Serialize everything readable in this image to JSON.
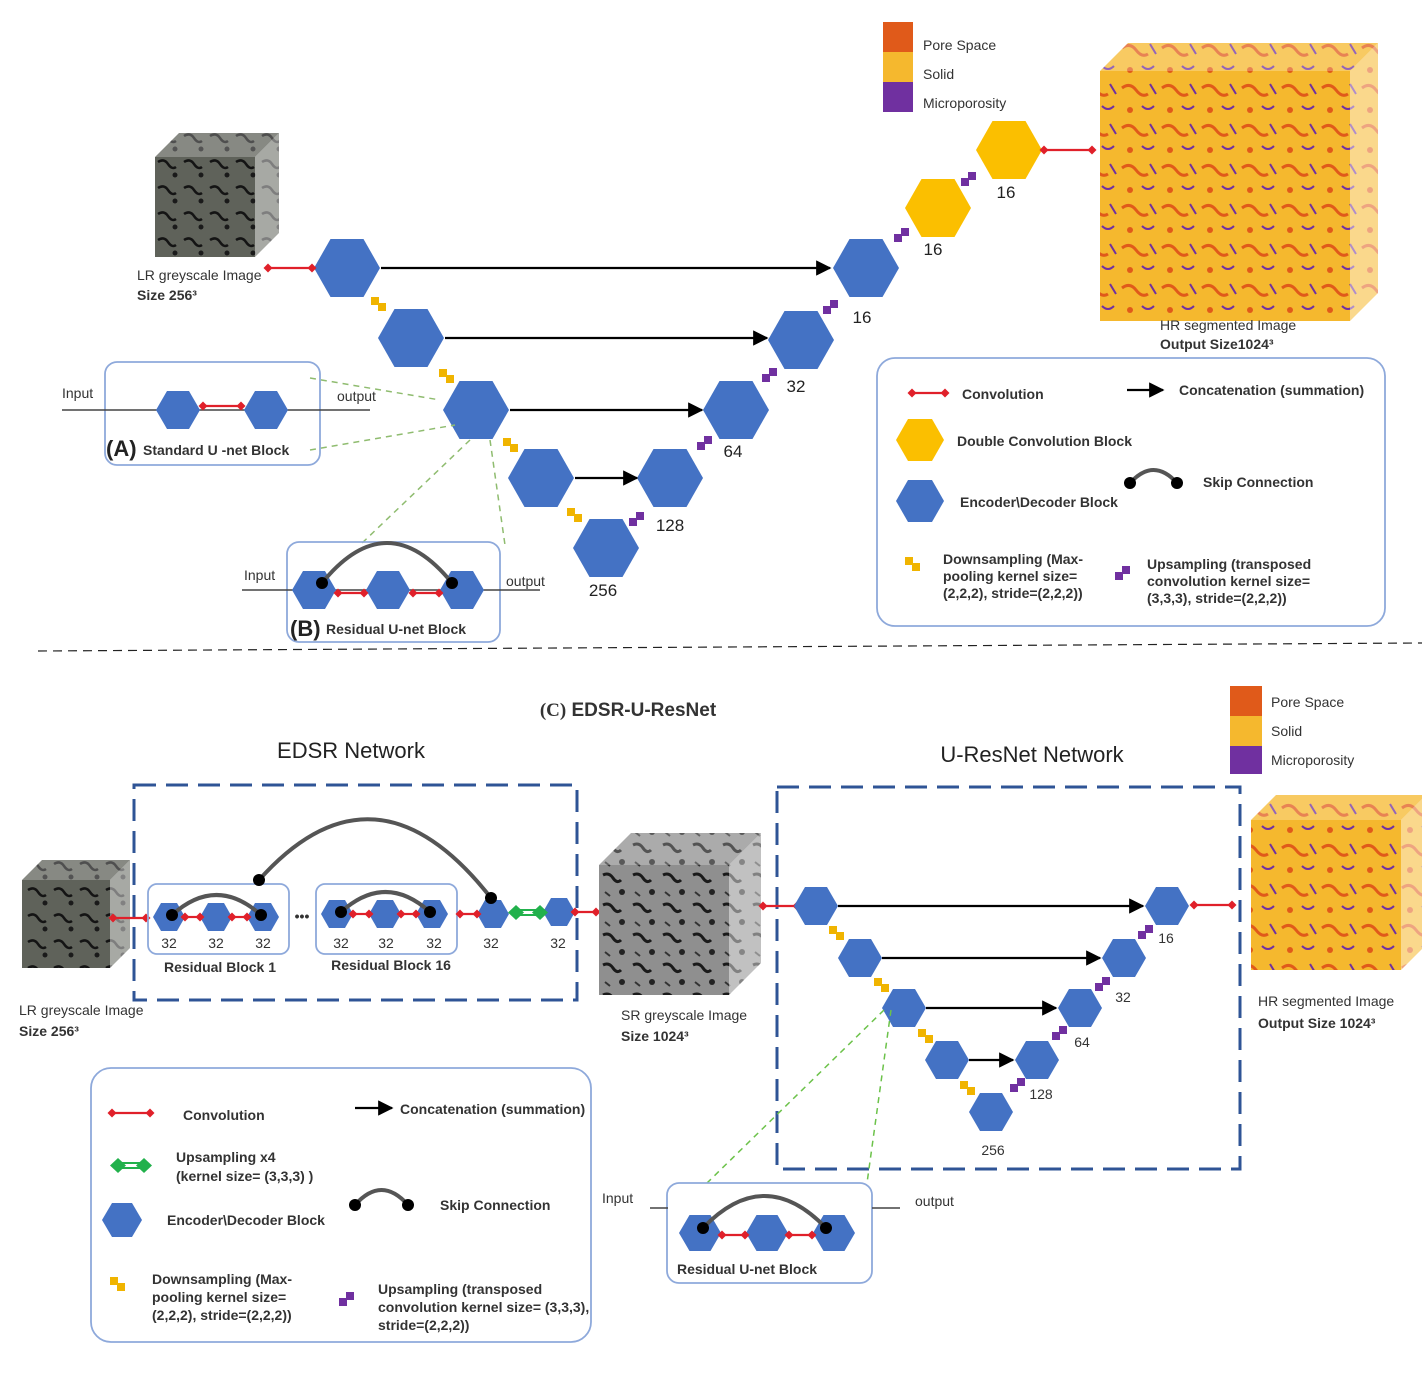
{
  "colors": {
    "hex_blue": "#4472c4",
    "hex_yellow": "#fbbf00",
    "conv_red": "#e0202a",
    "down_yellow": "#f0b400",
    "up_purple": "#7030a0",
    "upsample_green": "#22b14c",
    "pore_space": "#e05a1a",
    "solid": "#f5b82e",
    "microporosity": "#7030a0",
    "box_border": "#8ea9db",
    "dash_border": "#2f5496"
  },
  "top": {
    "legend": [
      "Pore Space",
      "Solid",
      "Microporosity"
    ],
    "input_label": "LR greyscale Image",
    "input_size": "Size 256³",
    "output_label": "HR segmented Image",
    "output_size": "Output Size1024³",
    "decoder_numbers": [
      "16",
      "16",
      "16",
      "32",
      "64",
      "128",
      "256"
    ],
    "block_a": {
      "input": "Input",
      "output": "output",
      "letter": "(A)",
      "title": "Standard U -net Block"
    },
    "block_b": {
      "input": "Input",
      "output": "output",
      "letter": "(B)",
      "title": "Residual U-net Block"
    },
    "key": {
      "convolution": "Convolution",
      "concatenation": "Concatenation (summation)",
      "double_conv": "Double Convolution Block",
      "skip": "Skip Connection",
      "encdec": "Encoder\\Decoder Block",
      "down": [
        "Downsampling (Max-",
        "pooling kernel size=",
        "(2,2,2), stride=(2,2,2))"
      ],
      "up": [
        "Upsampling (transposed",
        "convolution kernel size=",
        "(3,3,3), stride=(2,2,2))"
      ]
    }
  },
  "bottom": {
    "section_letter": "(C)",
    "section_title": " EDSR-U-ResNet",
    "edsr_title": "EDSR Network",
    "uresnet_title": "U-ResNet Network",
    "legend": [
      "Pore Space",
      "Solid",
      "Microporosity"
    ],
    "residual_block_1": "Residual Block 1",
    "residual_block_16": "Residual Block 16",
    "edsr_numbers": [
      "32",
      "32",
      "32",
      "32",
      "32",
      "32",
      "32",
      "32"
    ],
    "ellipsis": "•••",
    "lr_label": "LR greyscale Image",
    "lr_size": "Size 256³",
    "sr_label": "SR greyscale Image",
    "sr_size": "Size 1024³",
    "hr_label": "HR segmented Image",
    "hr_size": "Output Size 1024³",
    "uresnet_numbers": [
      "16",
      "32",
      "64",
      "128",
      "256"
    ],
    "residual_block": {
      "input": "Input",
      "output": "output",
      "title": "Residual U-net Block"
    },
    "key": {
      "convolution": "Convolution",
      "concatenation": "Concatenation (summation)",
      "upsampling_x4": [
        "Upsampling x4",
        "(kernel size= (3,3,3) )"
      ],
      "skip": "Skip Connection",
      "encdec": "Encoder\\Decoder Block",
      "down": [
        "Downsampling (Max-",
        "pooling kernel size=",
        "(2,2,2), stride=(2,2,2))"
      ],
      "up": [
        "Upsampling (transposed",
        "convolution kernel size= (3,3,3),",
        "stride=(2,2,2))"
      ]
    }
  }
}
